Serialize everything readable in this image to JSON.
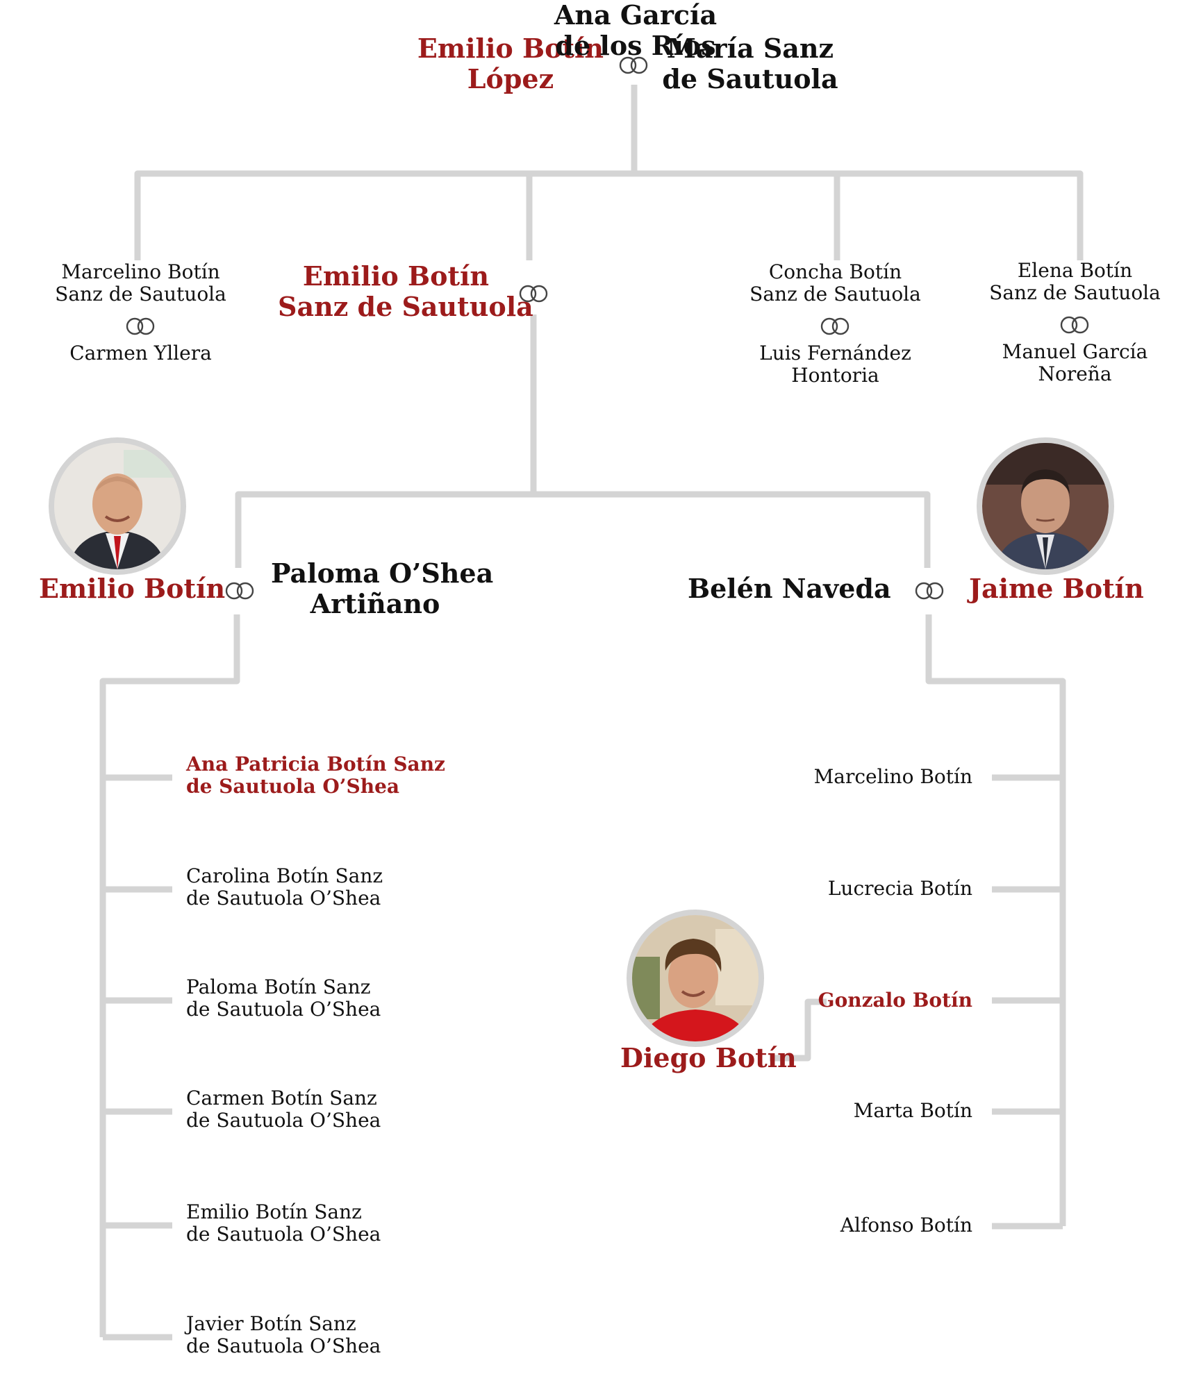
{
  "gen1": {
    "patriarch": [
      "Emilio Botín",
      "López"
    ],
    "spouse": [
      "María Sanz",
      "de Sautuola"
    ]
  },
  "gen2": {
    "marcelino": [
      "Marcelino Botín",
      "Sanz de Sautuola"
    ],
    "marcelino_spouse": "Carmen Yllera",
    "emilio": [
      "Emilio Botín",
      "Sanz de Sautuola"
    ],
    "emilio_spouse": [
      "Ana García",
      "de los Ríos"
    ],
    "concha": [
      "Concha Botín",
      "Sanz de Sautuola"
    ],
    "concha_spouse": [
      "Luis Fernández",
      "Hontoria"
    ],
    "elena": [
      "Elena Botín",
      "Sanz de Sautuola"
    ],
    "elena_spouse": [
      "Manuel García",
      "Noreña"
    ]
  },
  "gen3": {
    "emilio": "Emilio Botín",
    "emilio_spouse": [
      "Paloma O’Shea",
      "Artiñano"
    ],
    "jaime": "Jaime Botín",
    "jaime_spouse": "Belén Naveda"
  },
  "emilio_children": [
    [
      "Ana Patricia Botín Sanz",
      "de Sautuola O’Shea"
    ],
    [
      "Carolina Botín Sanz",
      "de Sautuola O’Shea"
    ],
    [
      "Paloma Botín Sanz",
      "de Sautuola O’Shea"
    ],
    [
      "Carmen Botín Sanz",
      "de Sautuola O’Shea"
    ],
    [
      "Emilio Botín Sanz",
      "de Sautuola O’Shea"
    ],
    [
      "Javier Botín Sanz",
      "de Sautuola O’Shea"
    ]
  ],
  "jaime_children": [
    "Marcelino Botín",
    "Lucrecia Botín",
    "Gonzalo Botín",
    "Marta Botín",
    "Alfonso Botín"
  ],
  "gen5": {
    "diego": "Diego Botín"
  },
  "colors": {
    "highlight": "#9c1b1b",
    "text": "#111111",
    "line": "#d4d4d4"
  },
  "icons": {
    "marriage": "interlocking-rings-icon"
  }
}
